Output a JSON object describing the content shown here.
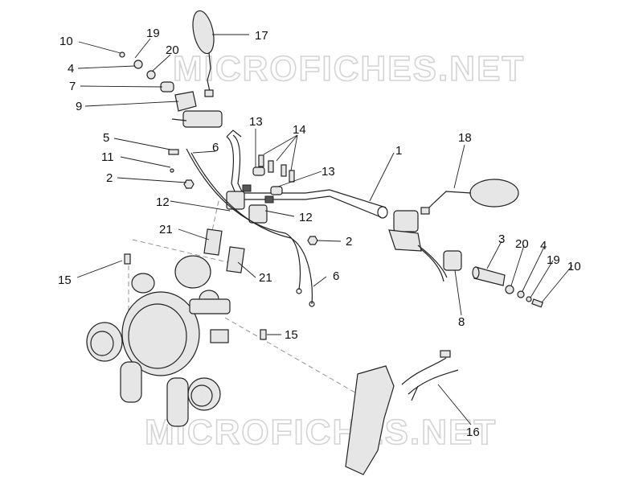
{
  "watermarks": [
    "MICROFICHES.NET",
    "MICROFICHES.NET"
  ],
  "callouts": {
    "c10a": "10",
    "c19a": "19",
    "c4a": "4",
    "c20a": "20",
    "c7": "7",
    "c9": "9",
    "c17": "17",
    "c5": "5",
    "c11": "11",
    "c2a": "2",
    "c6a": "6",
    "c13a": "13",
    "c14": "14",
    "c13b": "13",
    "c12a": "12",
    "c12b": "12",
    "c1": "1",
    "c18": "18",
    "c21a": "21",
    "c21b": "21",
    "c2b": "2",
    "c15a": "15",
    "c6b": "6",
    "c15b": "15",
    "c3": "3",
    "c20b": "20",
    "c4b": "4",
    "c19b": "19",
    "c10b": "10",
    "c8": "8",
    "c16": "16"
  }
}
